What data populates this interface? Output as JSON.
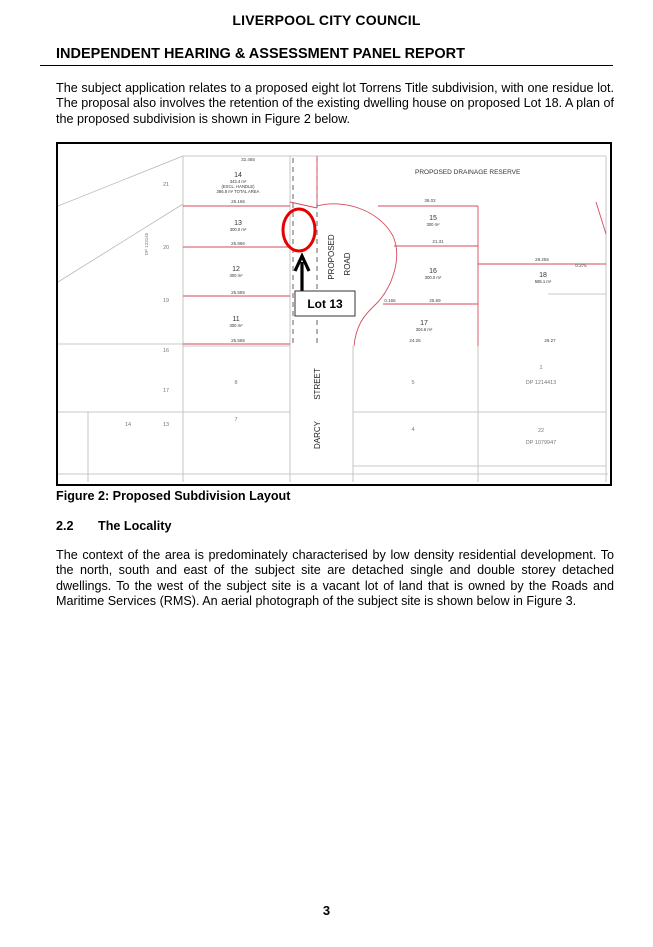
{
  "header": {
    "council": "LIVERPOOL CITY COUNCIL"
  },
  "report": {
    "title": "INDEPENDENT HEARING & ASSESSMENT PANEL REPORT"
  },
  "paragraphs": {
    "intro": "The subject application relates to a proposed eight lot Torrens Title subdivision, with one residue lot. The proposal also involves the retention of the existing dwelling house on proposed Lot 18. A plan of the proposed subdivision is shown in Figure 2 below.",
    "locality": "The context of the area is predominately characterised by low density residential development. To the north, south and east of the subject site are detached single and double storey detached dwellings. To the west of the subject site is a vacant lot of land that is owned by the Roads and Maritime Services (RMS). An aerial photograph of the subject site is shown below in Figure 3."
  },
  "figure": {
    "caption": "Figure 2: Proposed Subdivision Layout",
    "plan": {
      "drainage_label": "PROPOSED DRAINAGE RESERVE",
      "proposed_road_1": "PROPOSED",
      "proposed_road_2": "ROAD",
      "street_1": "STREET",
      "street_2": "DARCY",
      "callout": "Lot 13",
      "lots": [
        {
          "num": "14",
          "area": "343.4 m²",
          "extra1": "(EXCL. HANDLE)",
          "extra2": "366.8 m² TOTAL AREA"
        },
        {
          "num": "13",
          "area": "300.0 m²"
        },
        {
          "num": "12",
          "area": "300 m²"
        },
        {
          "num": "11",
          "area": "300 m²"
        },
        {
          "num": "15",
          "area": "300 m²"
        },
        {
          "num": "16",
          "area": "300.0 m²"
        },
        {
          "num": "17",
          "area": "304.6 m²"
        },
        {
          "num": "18",
          "area": "585.1 m²"
        }
      ],
      "dims": {
        "d1": "32.465",
        "d2": "25.165",
        "d3": "25.966",
        "d4": "25.555",
        "d5": "25.565",
        "d6": "38.02",
        "d7": "21.31",
        "d8": "25.69",
        "d9": "24.26",
        "d10": "28.255",
        "d11": "0.375",
        "d12": "29.27",
        "d13": "0.165"
      },
      "neighbours": {
        "n21": "21",
        "n20": "20",
        "n19": "19",
        "n16": "16",
        "n17": "17",
        "n14": "14",
        "n13": "13",
        "n8": "8",
        "n7": "7",
        "n5": "5",
        "n4": "4",
        "n1": "1",
        "n22": "22",
        "dp1": "DP 1214413",
        "dp2": "DP 1079947",
        "dp3": "DP 123145"
      }
    }
  },
  "section": {
    "number": "2.2",
    "title": "The Locality"
  },
  "page": {
    "number": "3"
  }
}
